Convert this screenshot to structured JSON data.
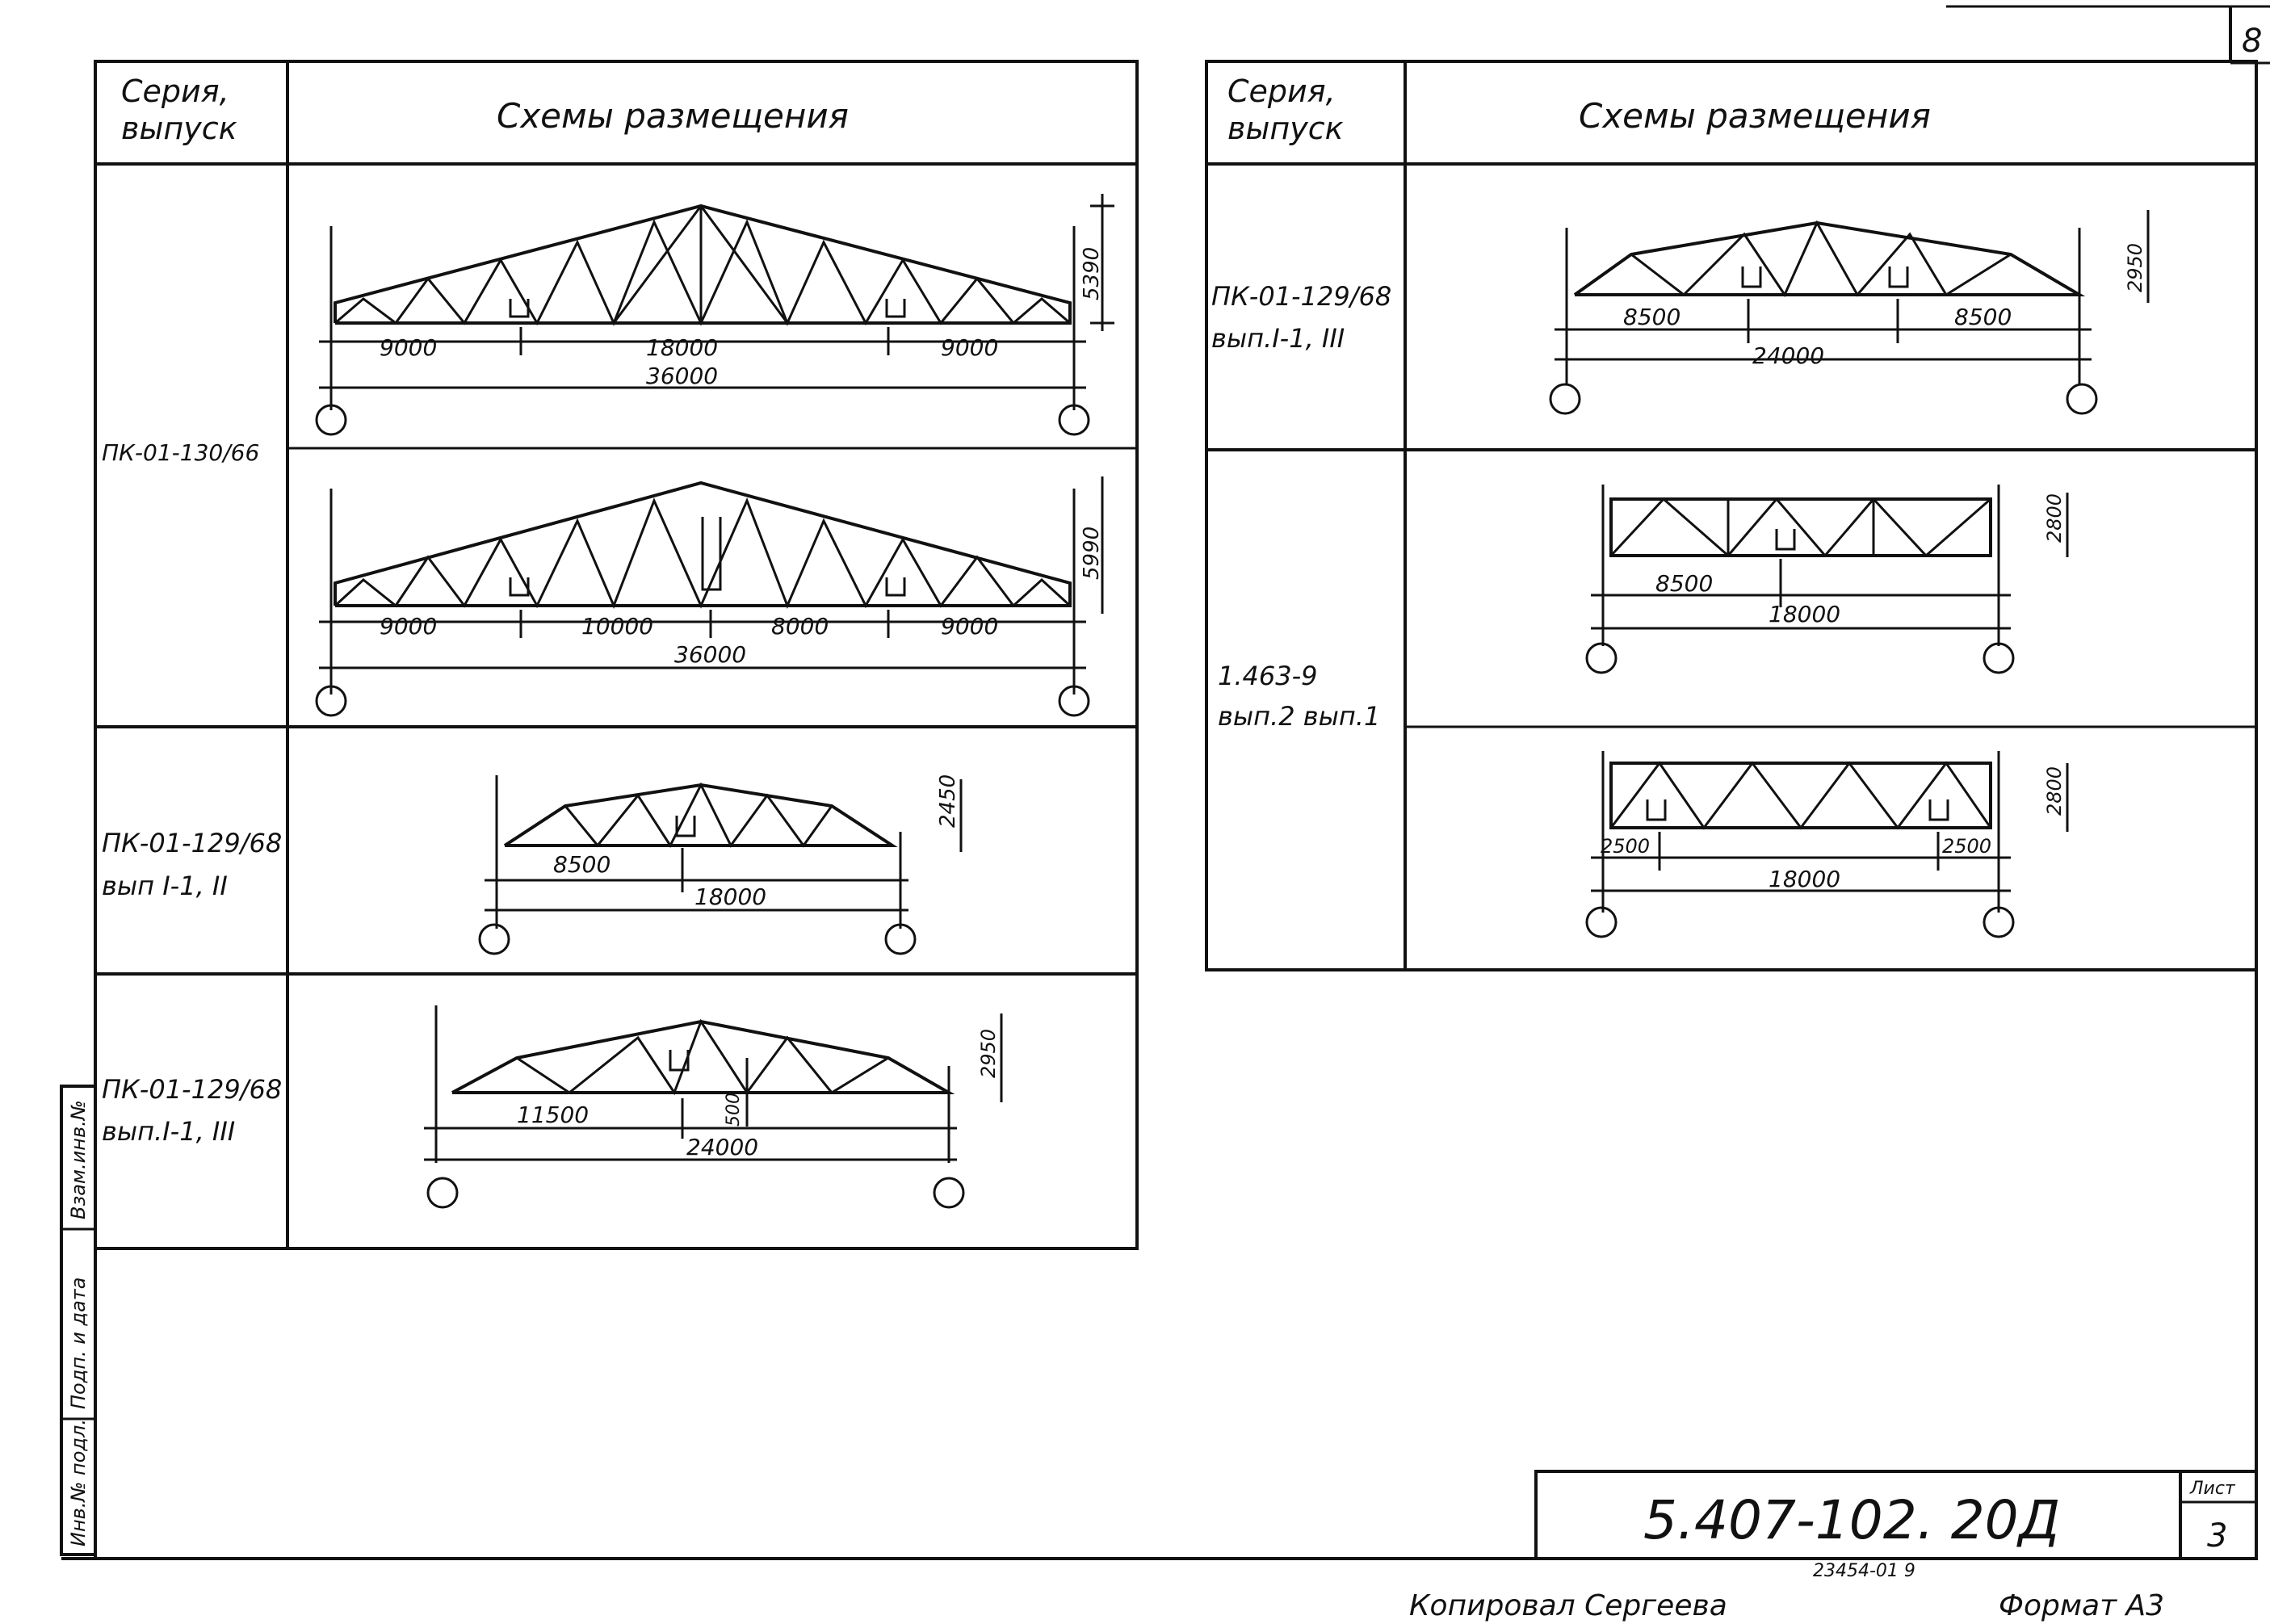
{
  "sheet_corner_number": "8",
  "left_table": {
    "header_series": [
      "Серия,",
      "выпуск"
    ],
    "header_schemes": "Схемы размещения",
    "rows": [
      {
        "series": [
          "ПК-01-130/66"
        ],
        "schemes": [
          {
            "dims_top": [
              "9000",
              "18000",
              "9000"
            ],
            "span": "36000",
            "height": "5390"
          },
          {
            "dims_top": [
              "9000",
              "10000",
              "8000",
              "9000"
            ],
            "span": "36000",
            "height": "5990"
          }
        ]
      },
      {
        "series": [
          "ПК-01-129/68",
          "вып I-1, II"
        ],
        "schemes": [
          {
            "dims_top": [
              "8500"
            ],
            "span": "18000",
            "height": "2450"
          }
        ]
      },
      {
        "series": [
          "ПК-01-129/68",
          "вып.I-1, III"
        ],
        "schemes": [
          {
            "dims_top": [
              "11500"
            ],
            "span": "24000",
            "height": "2950",
            "extra": "500"
          }
        ]
      }
    ]
  },
  "right_table": {
    "header_series": [
      "Серия,",
      "выпуск"
    ],
    "header_schemes": "Схемы размещения",
    "rows": [
      {
        "series": [
          "ПК-01-129/68",
          "вып.I-1, III"
        ],
        "schemes": [
          {
            "dims_top": [
              "8500",
              "8500"
            ],
            "span": "24000",
            "height": "2950"
          }
        ]
      },
      {
        "series": [
          "1.463-9",
          "вып.2 вып.1"
        ],
        "schemes": [
          {
            "dims_top": [
              "8500"
            ],
            "span": "18000",
            "height": "2800"
          },
          {
            "dims_top": [
              "2500",
              "2500"
            ],
            "span": "18000",
            "height": "2800"
          }
        ]
      }
    ]
  },
  "side_stamp": [
    "Инв.№ подл.",
    "Подп. и дата",
    "Взам.инв.№"
  ],
  "title_block": {
    "doc_number": "5.407-102. 20Д",
    "sheet_label": "Лист",
    "sheet_number": "3",
    "sub_number": "23454-01   9"
  },
  "footer": {
    "copied_by": "Копировал Сергеева",
    "format": "Формат А3"
  }
}
